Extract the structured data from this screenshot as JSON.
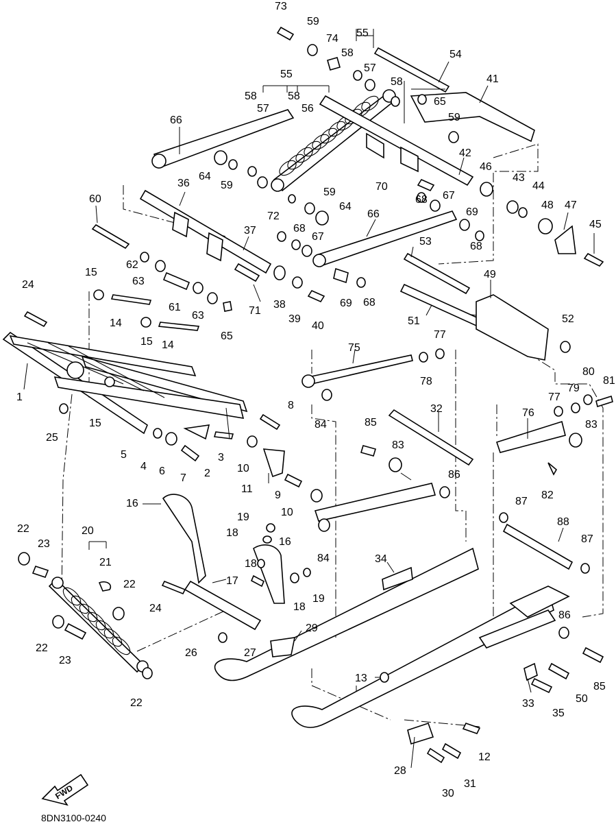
{
  "callouts": [
    "73",
    "59",
    "74",
    "55",
    "58",
    "57",
    "54",
    "41",
    "58",
    "65",
    "59",
    "42",
    "46",
    "55",
    "58",
    "57",
    "58",
    "56",
    "66",
    "64",
    "59",
    "43",
    "44",
    "48",
    "47",
    "45",
    "36",
    "37",
    "59",
    "64",
    "70",
    "67",
    "68",
    "69",
    "60",
    "72",
    "68",
    "67",
    "66",
    "68",
    "62",
    "63",
    "61",
    "63",
    "65",
    "53",
    "38",
    "39",
    "40",
    "69",
    "68",
    "49",
    "71",
    "24",
    "15",
    "14",
    "15",
    "14",
    "51",
    "52",
    "77",
    "75",
    "78",
    "80",
    "79",
    "81",
    "1",
    "25",
    "15",
    "5",
    "4",
    "6",
    "7",
    "2",
    "3",
    "8",
    "84",
    "77",
    "76",
    "83",
    "10",
    "11",
    "9",
    "10",
    "85",
    "83",
    "32",
    "86",
    "82",
    "87",
    "88",
    "16",
    "19",
    "18",
    "16",
    "84",
    "22",
    "23",
    "20",
    "21",
    "22",
    "34",
    "87",
    "18",
    "17",
    "19",
    "24",
    "18",
    "29",
    "86",
    "22",
    "23",
    "26",
    "27",
    "13",
    "85",
    "33",
    "50",
    "35",
    "22",
    "12",
    "28",
    "31",
    "30"
  ],
  "badge": {
    "text": "FWD"
  },
  "footer": {
    "code": "8DN3100-0240"
  }
}
